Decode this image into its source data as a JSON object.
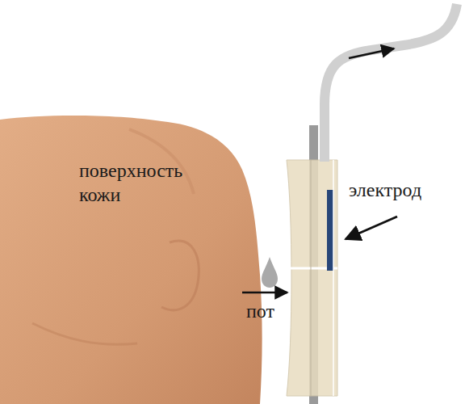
{
  "diagram": {
    "labels": [
      "поверхность кожи",
      "электрод",
      "пот"
    ]
  }
}
